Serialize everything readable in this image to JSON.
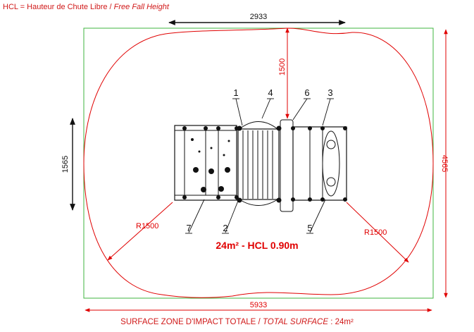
{
  "legend_note": {
    "prefix": "HCL = Hauteur de Chute Libre / ",
    "italic": "Free Fall Height"
  },
  "dimensions": {
    "top_width": "2933",
    "top_depth": "1500",
    "left_height": "1565",
    "right_height": "4565",
    "bottom_width": "5933",
    "radius_left": "R1500",
    "radius_right": "R1500"
  },
  "part_labels": [
    "1",
    "4",
    "6",
    "3",
    "7",
    "2",
    "5"
  ],
  "headline": "24m² - HCL 0.90m",
  "caption": {
    "prefix": "SURFACE ZONE D'IMPACT TOTALE / ",
    "italic": "TOTAL SURFACE",
    "suffix": " : 24m²"
  },
  "colors": {
    "dimension_red": "#e00000",
    "zone_green": "#3fb53f",
    "equipment_black": "#111111"
  }
}
